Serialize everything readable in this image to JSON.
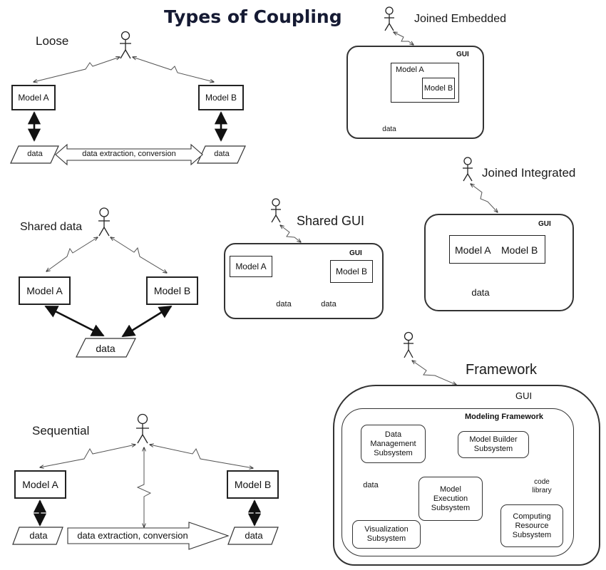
{
  "title": "Types of Coupling",
  "sections": {
    "loose": "Loose",
    "joined_embedded": "Joined Embedded",
    "joined_integrated": "Joined Integrated",
    "shared_data": "Shared data",
    "shared_gui": "Shared GUI",
    "framework": "Framework",
    "sequential": "Sequential"
  },
  "labels": {
    "model_a": "Model A",
    "model_b": "Model B",
    "data": "data",
    "gui": "GUI",
    "data_extraction": "data extraction, conversion"
  },
  "framework": {
    "gui": "GUI",
    "title": "Modeling Framework",
    "data_mgmt": "Data\nManagement\nSubsystem",
    "model_builder": "Model Builder\nSubsystem",
    "model_execution": "Model\nExecution\nSubsystem",
    "computing": "Computing\nResource\nSubsystem",
    "visualization": "Visualization\nSubsystem",
    "code_library": "code\nlibrary",
    "data": "data"
  }
}
